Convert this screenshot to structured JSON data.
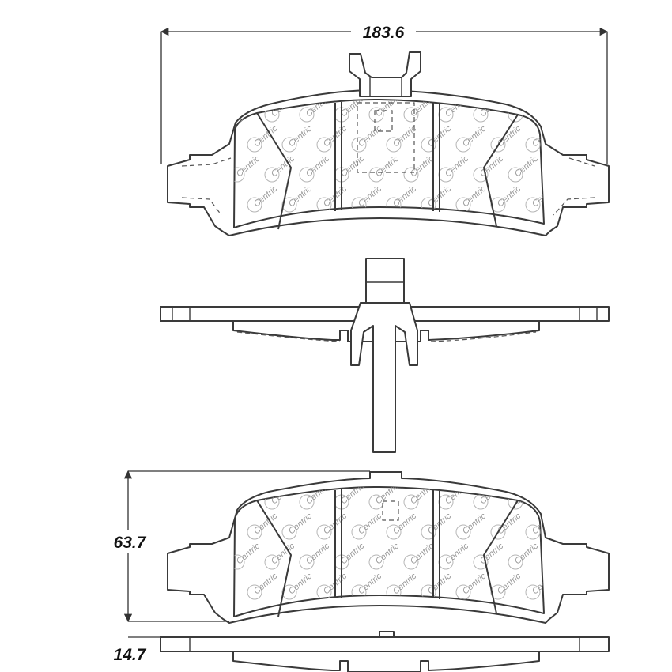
{
  "dimensions": {
    "width": "183.6",
    "height": "63.7",
    "thickness": "14.7"
  },
  "friction_logo_text": "Centric"
}
